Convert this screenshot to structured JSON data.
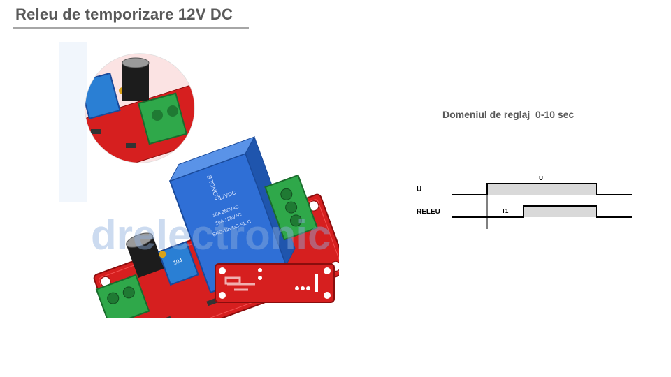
{
  "page": {
    "title": "Releu de temporizare 12V DC",
    "watermark": "drelectronic"
  },
  "photo": {
    "relay_label_lines": [
      "SONGLE",
      "12VDC",
      "10A 250VAC",
      "10A 125VAC",
      "SRD-12VDC-SL-C"
    ],
    "pot_label": "104"
  },
  "diagram": {
    "subtitle": "Domeniul de reglaj  0-10 sec",
    "row_u_label": "U",
    "row_relay_label": "RELEU",
    "pulse_u_label": "U",
    "delay_label": "T1",
    "colors": {
      "pulse_fill": "#d9d9d9",
      "line": "#000000"
    }
  }
}
